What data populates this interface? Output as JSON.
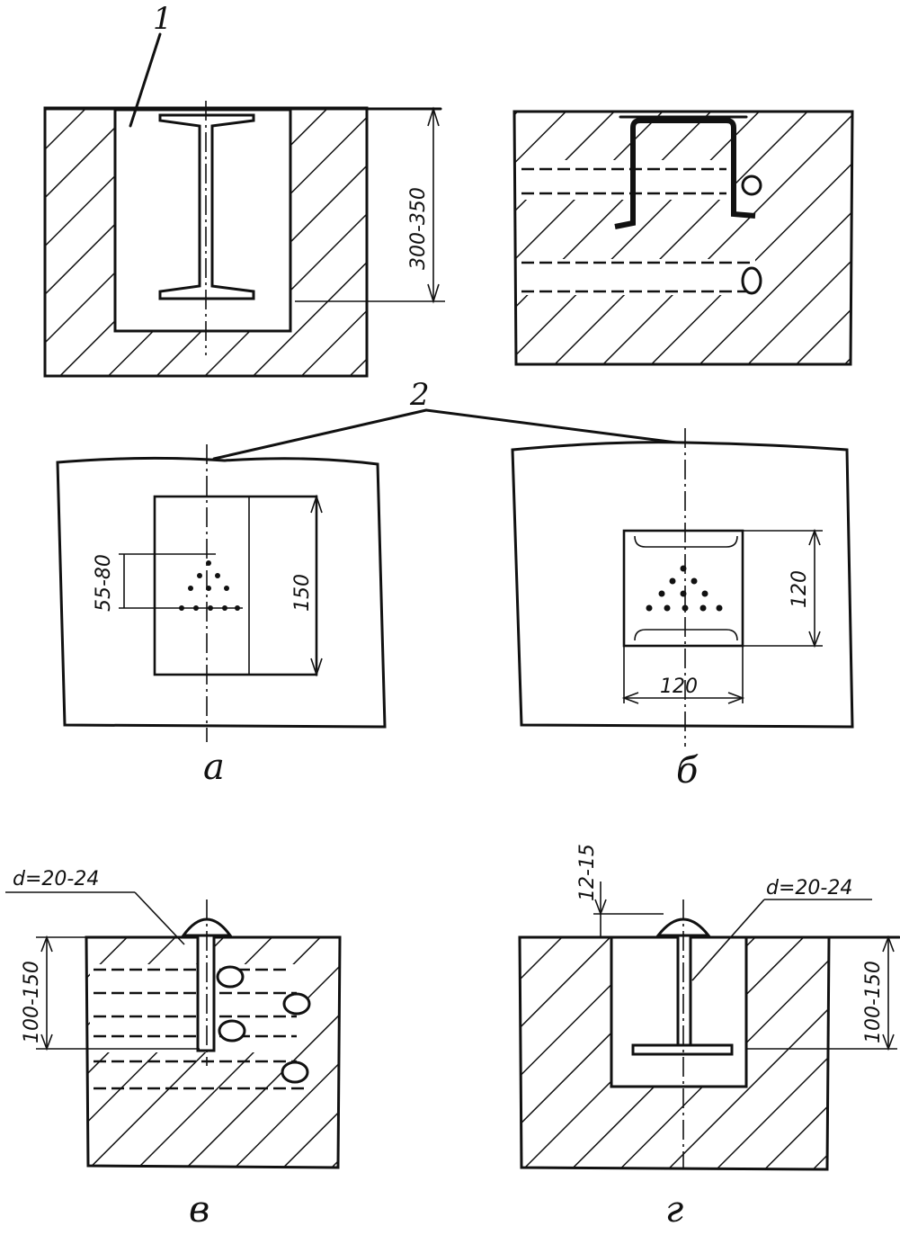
{
  "labels": {
    "ref1": "1",
    "ref2": "2",
    "cap_a": "а",
    "cap_b": "б",
    "cap_v": "в",
    "cap_g": "г"
  },
  "dimensions": {
    "a_top_depth": "300-350",
    "a_plan_inner": "55-80",
    "a_plan_height": "150",
    "b_plan_height": "120",
    "b_plan_width": "120",
    "v_diameter": "d=20-24",
    "v_depth": "100-150",
    "g_protrusion": "12-15",
    "g_diameter": "d=20-24",
    "g_depth": "100-150"
  }
}
